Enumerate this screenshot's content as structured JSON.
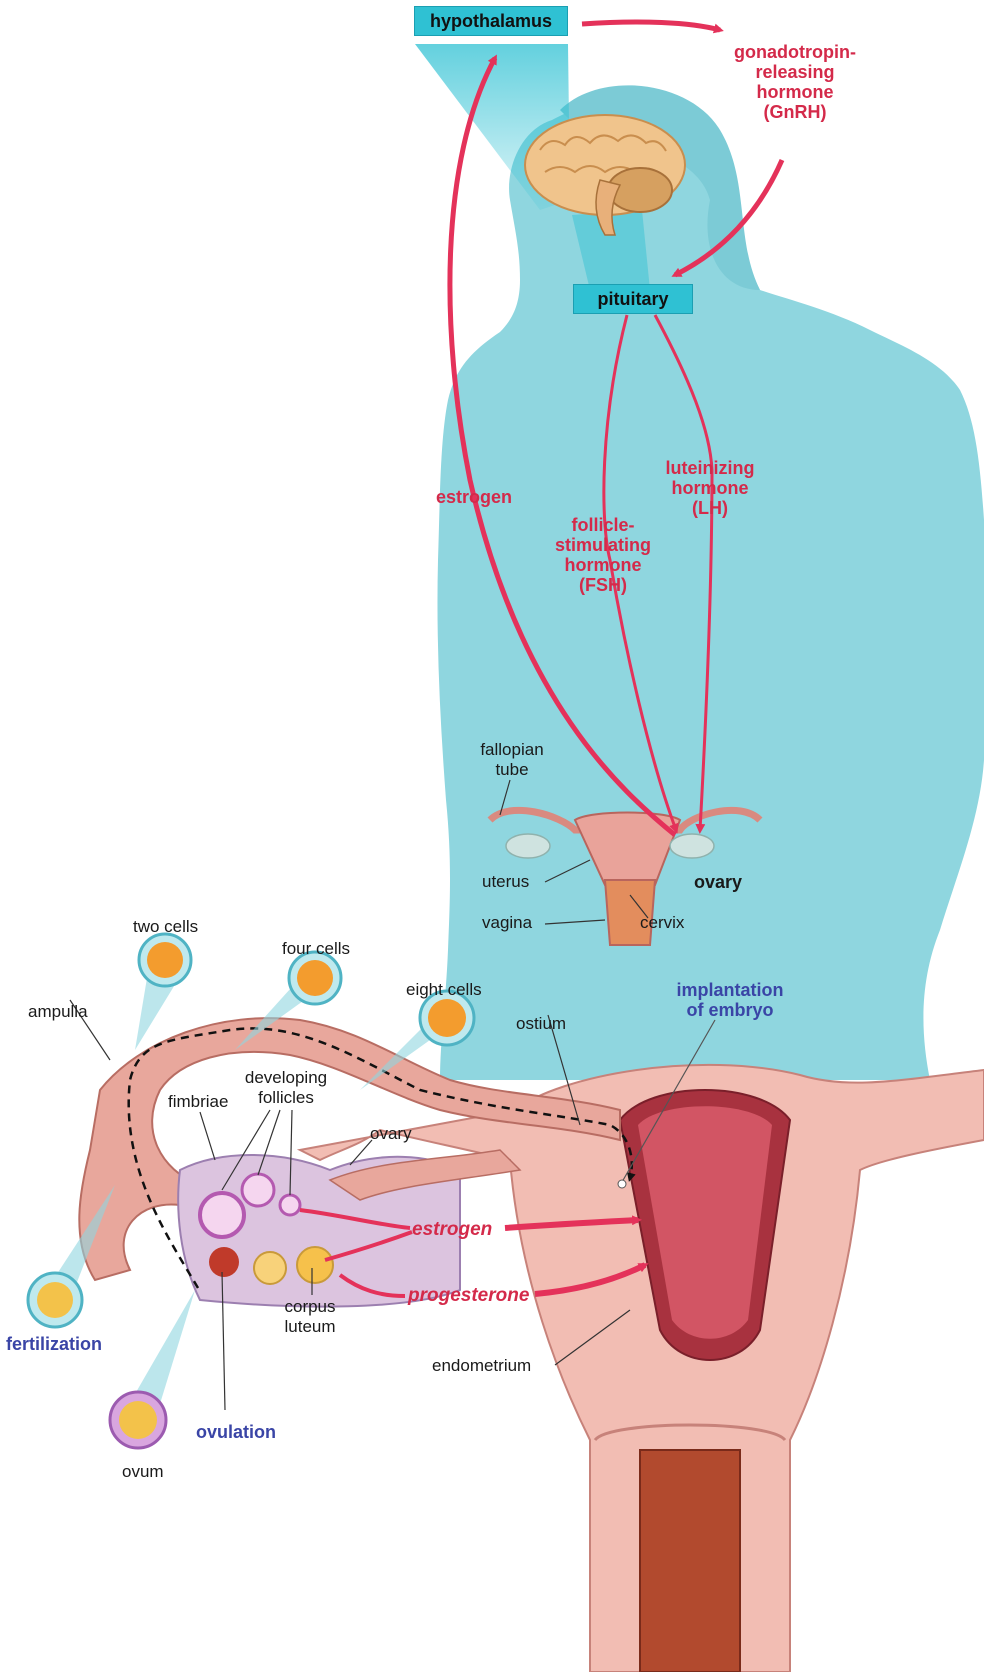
{
  "top": {
    "hypothalamus": "hypothalamus",
    "gnrh": [
      "gonadotropin-",
      "releasing",
      "hormone",
      "(GnRH)"
    ],
    "pituitary": "pituitary",
    "estrogen": "estrogen",
    "fsh": [
      "follicle-",
      "stimulating",
      "hormone",
      "(FSH)"
    ],
    "lh": [
      "luteinizing",
      "hormone",
      "(LH)"
    ],
    "fallopian_tube": [
      "fallopian",
      "tube"
    ],
    "uterus": "uterus",
    "ovary": "ovary",
    "vagina": "vagina",
    "cervix": "cervix"
  },
  "bottom": {
    "two_cells": "two cells",
    "four_cells": "four cells",
    "eight_cells": "eight cells",
    "ampulla": "ampulla",
    "implantation": [
      "implantation",
      "of embryo"
    ],
    "ostium": "ostium",
    "fimbriae": "fimbriae",
    "developing_follicles": [
      "developing",
      "follicles"
    ],
    "ovary": "ovary",
    "estrogen": "estrogen",
    "progesterone": "progesterone",
    "corpus_luteum": [
      "corpus",
      "luteum"
    ],
    "endometrium": "endometrium",
    "fertilization": "fertilization",
    "ovulation": "ovulation",
    "ovum": "ovum"
  },
  "colors": {
    "silhouette": "#8fd6df",
    "hormone_arrow": "#e4325a",
    "hormone_text": "#d42a4a",
    "event_text": "#3a45a6",
    "tissue": "#e9a39a",
    "box": "#2fc1d3"
  }
}
